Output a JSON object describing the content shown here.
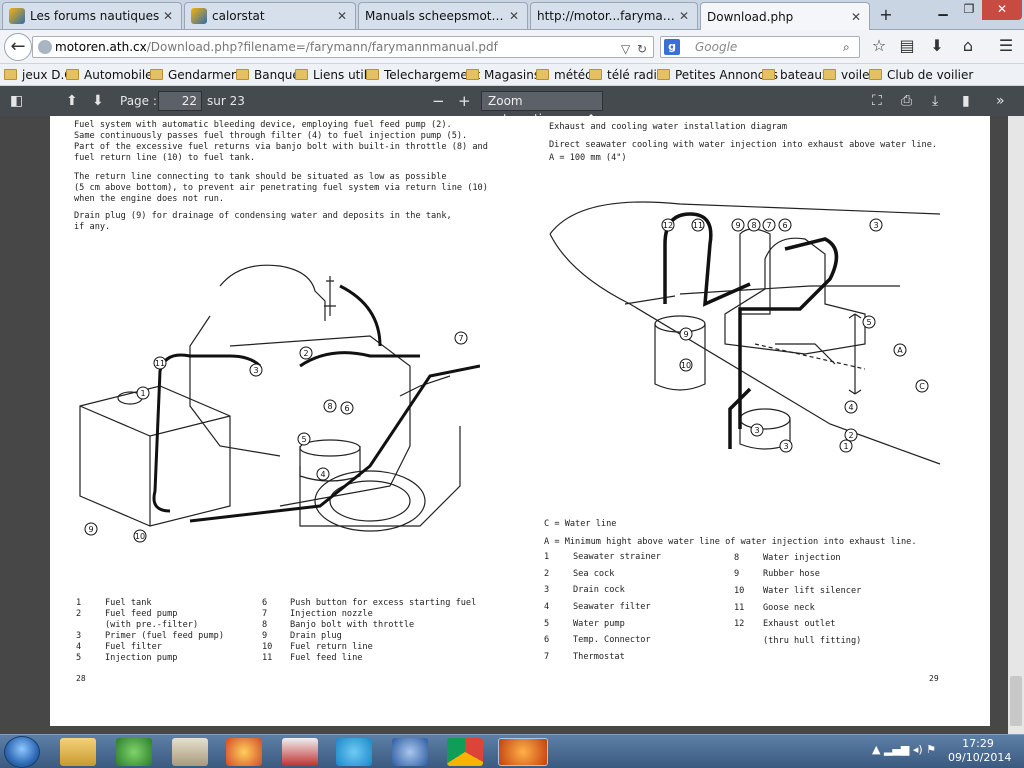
{
  "tabs": [
    {
      "title": "Les forums nautiques",
      "active": false
    },
    {
      "title": "calorstat",
      "active": false
    },
    {
      "title": "Manuals scheepsmotoren ...",
      "active": false
    },
    {
      "title": "http://motor...farymann.php",
      "active": false
    },
    {
      "title": "Download.php",
      "active": true
    }
  ],
  "new_tab_label": "+",
  "address": {
    "host": "motoren.ath.cx",
    "path": "/Download.php?filename=/farymann/farymannmanual.pdf"
  },
  "search": {
    "placeholder": "Google",
    "engine_letter": "g"
  },
  "bookmarks": [
    "jeux D.O",
    "Automobiles",
    "Gendarmerie",
    "Banque",
    "Liens utile",
    "Telechargement",
    "Magasins",
    "météo",
    "télé radio",
    "Petites Annonces",
    "bateaux",
    "voile",
    "Club de voilier"
  ],
  "pdf_toolbar": {
    "page_label": "Page :",
    "page_value": "22",
    "page_total": "sur 23",
    "zoom_out": "−",
    "zoom_in": "+",
    "zoom_value": "Zoom automatique"
  },
  "left_page": {
    "paragraphs": [
      [
        "Fuel system with automatic bleeding device, employing fuel feed pump (2).",
        "Same continuously passes fuel through filter (4) to fuel injection pump (5).",
        "Part of the excessive fuel returns via banjo bolt with built-in throttle (8) and",
        "fuel return line (10) to fuel tank."
      ],
      [
        "The return line connecting to tank should be situated as low as possible",
        "(5 cm above bottom), to prevent air penetrating fuel system via return line (10)",
        "when the engine does not run."
      ],
      [
        "Drain plug (9) for drainage of condensing water and deposits in the tank,",
        "if any."
      ]
    ],
    "legend_left": [
      {
        "n": "1",
        "t": "Fuel tank"
      },
      {
        "n": "2",
        "t": "Fuel feed pump"
      },
      {
        "n": "",
        "t": "(with pre.-filter)"
      },
      {
        "n": "3",
        "t": "Primer (fuel feed pump)"
      },
      {
        "n": "4",
        "t": "Fuel filter"
      },
      {
        "n": "5",
        "t": "Injection pump"
      }
    ],
    "legend_right": [
      {
        "n": "6",
        "t": "Push button for excess starting fuel"
      },
      {
        "n": "7",
        "t": "Injection nozzle"
      },
      {
        "n": "8",
        "t": "Banjo bolt with throttle"
      },
      {
        "n": "9",
        "t": "Drain plug"
      },
      {
        "n": "10",
        "t": "Fuel return line"
      },
      {
        "n": "11",
        "t": "Fuel feed line"
      }
    ],
    "page_number": "28",
    "callouts": [
      "1",
      "2",
      "3",
      "4",
      "5",
      "6",
      "7",
      "8",
      "9",
      "10",
      "11"
    ]
  },
  "right_page": {
    "title": "Exhaust and cooling water installation diagram",
    "subtitle": "Direct seawater cooling with water injection into exhaust above water line.",
    "dimension_note": "A  =  100 mm  (4\")",
    "notes": [
      "C  =  Water line",
      "A  =  Minimum hight above water line of water injection into exhaust line."
    ],
    "legend_left": [
      {
        "n": "1",
        "t": "Seawater strainer"
      },
      {
        "n": "2",
        "t": "Sea cock"
      },
      {
        "n": "3",
        "t": "Drain cock"
      },
      {
        "n": "4",
        "t": "Seawater filter"
      },
      {
        "n": "5",
        "t": "Water pump"
      },
      {
        "n": "6",
        "t": "Temp. Connector"
      },
      {
        "n": "7",
        "t": "Thermostat"
      }
    ],
    "legend_right": [
      {
        "n": "8",
        "t": "Water injection"
      },
      {
        "n": "9",
        "t": "Rubber hose"
      },
      {
        "n": "10",
        "t": "Water lift silencer"
      },
      {
        "n": "11",
        "t": "Goose neck"
      },
      {
        "n": "12",
        "t": "Exhaust outlet"
      },
      {
        "n": "",
        "t": "(thru hull fitting)"
      }
    ],
    "page_number": "29",
    "callouts": [
      "12",
      "11",
      "9",
      "8",
      "7",
      "6",
      "3",
      "5",
      "9",
      "10",
      "3",
      "4",
      "2",
      "3",
      "1"
    ],
    "letter_a": "A",
    "letter_c": "C"
  },
  "taskbar": {
    "time": "17:29",
    "date": "09/10/2014"
  }
}
